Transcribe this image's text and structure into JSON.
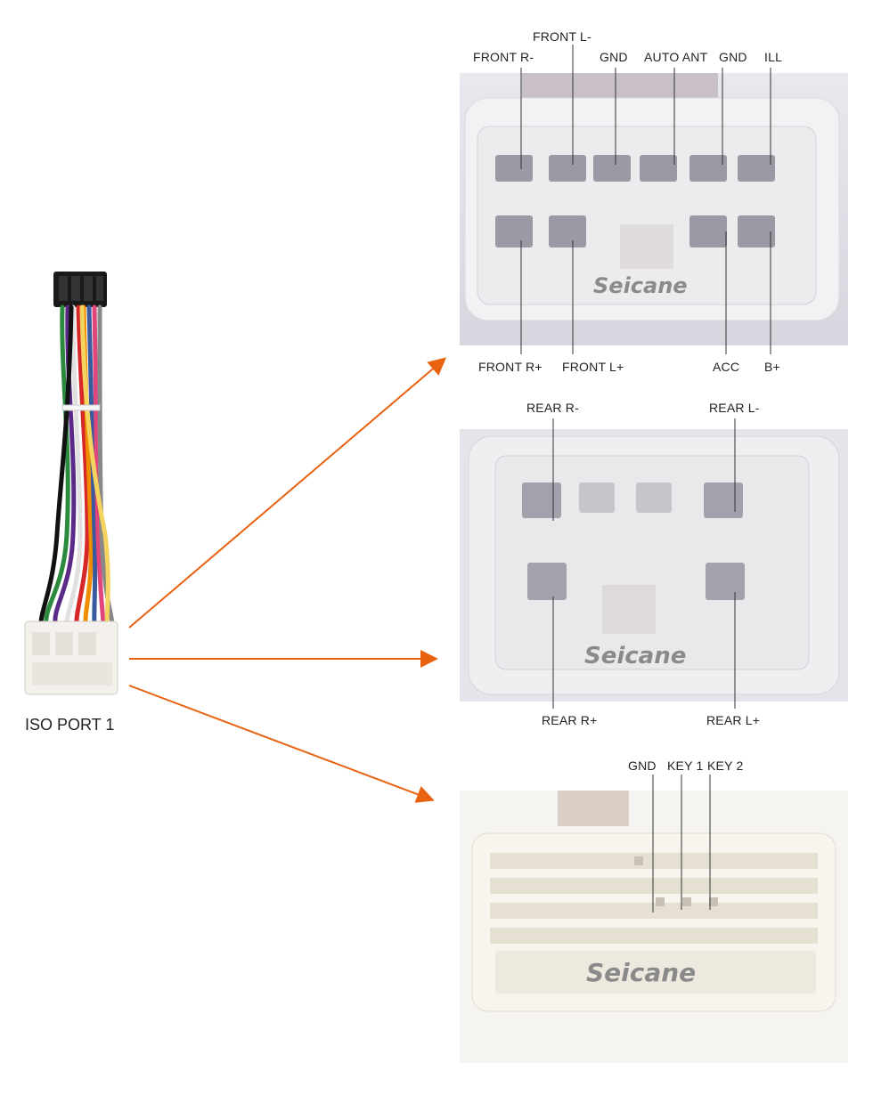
{
  "harness": {
    "port_label": "ISO PORT 1"
  },
  "connector1": {
    "watermark": "Seicane",
    "top_labels": [
      "FRONT R-",
      "FRONT L-",
      "GND",
      "AUTO ANT",
      "GND",
      "ILL"
    ],
    "bottom_labels": [
      "FRONT R+",
      "FRONT L+",
      "ACC",
      "B+"
    ]
  },
  "connector2": {
    "watermark": "Seicane",
    "top_labels": [
      "REAR R-",
      "REAR L-"
    ],
    "bottom_labels": [
      "REAR R+",
      "REAR L+"
    ]
  },
  "connector3": {
    "watermark": "Seicane",
    "top_labels": [
      "GND",
      "KEY 1",
      "KEY 2"
    ]
  },
  "colors": {
    "arrow": "#e8620f",
    "leader": "#333333"
  }
}
